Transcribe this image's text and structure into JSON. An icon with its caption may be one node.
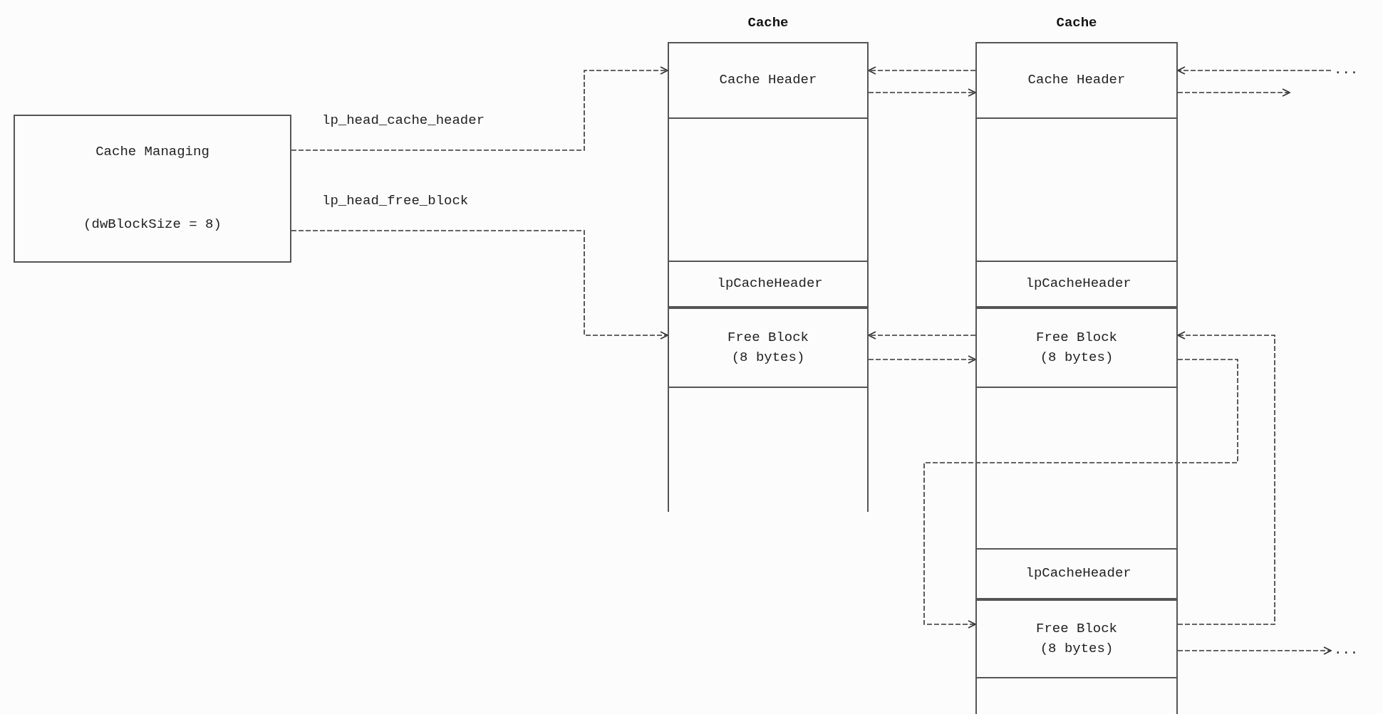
{
  "diagram": {
    "nodes": [
      {
        "text": [
          "Cache Managing",
          "(dwBlockSize = 8)"
        ]
      },
      {
        "text": [
          "Cache"
        ]
      },
      {
        "text": [
          "Cache Header"
        ],
        "in": 1
      },
      {
        "text": [
          "lpCacheHeader"
        ],
        "in": 1
      },
      {
        "text": [
          "Free Block (8 bytes)"
        ],
        "in": 1
      },
      {
        "text": [
          "Cache"
        ]
      },
      {
        "text": [
          "Cache Header"
        ],
        "in": 5
      },
      {
        "text": [
          "lpCacheHeader"
        ],
        "in": 5
      },
      {
        "text": [
          "Free Block (8 bytes)"
        ],
        "in": 5
      },
      {
        "text": [
          "lpCacheHeader"
        ],
        "in": 5
      },
      {
        "text": [
          "Free Block (8 bytes)"
        ],
        "in": 5
      },
      {
        "text": [
          "..."
        ]
      },
      {
        "text": [
          "..."
        ]
      }
    ],
    "edges": [
      {
        "from": 0,
        "to": 2,
        "arrow": "to",
        "label": "lp_head_cache_header"
      },
      {
        "from": 0,
        "to": 4,
        "arrow": "to",
        "label": "lp_head_free_block"
      },
      {
        "from": 6,
        "to": 2,
        "arrow": "to"
      },
      {
        "from": 2,
        "to": 6,
        "arrow": "to"
      },
      {
        "from": 11,
        "to": 6,
        "arrow": "to"
      },
      {
        "from": 6,
        "to": null,
        "arrow": "to"
      },
      {
        "from": 8,
        "to": 4,
        "arrow": "to"
      },
      {
        "from": 4,
        "to": 8,
        "arrow": "to"
      },
      {
        "from": 10,
        "to": 8,
        "arrow": "to"
      },
      {
        "from": 8,
        "to": 10,
        "arrow": "to"
      },
      {
        "from": 10,
        "to": 12,
        "arrow": "to"
      }
    ]
  }
}
